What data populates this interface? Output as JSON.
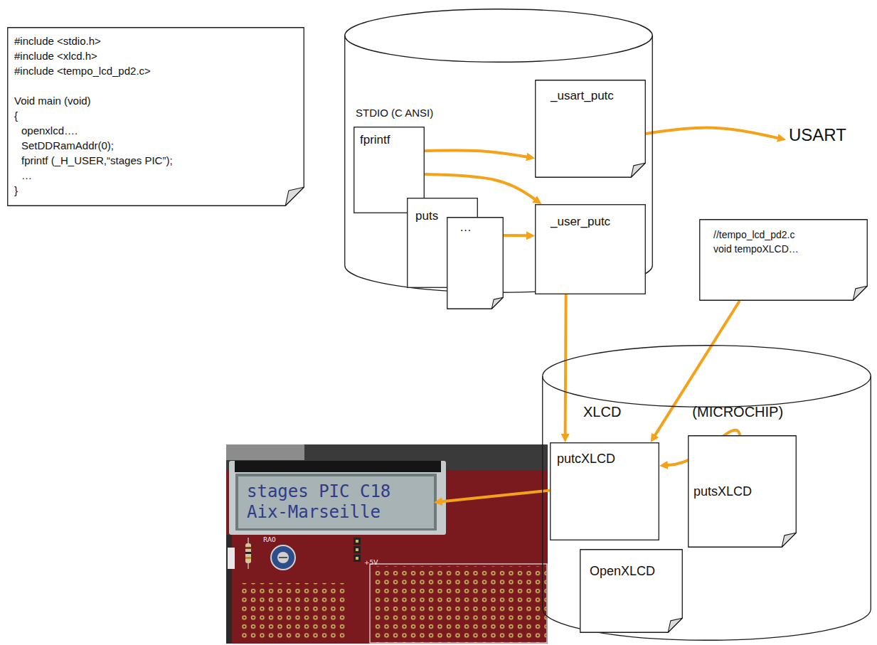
{
  "diagram": {
    "nodes": [
      {
        "text": [
          "#include <stdio.h>",
          "#include <xlcd.h>",
          "#include <tempo_lcd_pd2.c>",
          "Void main (void)",
          "{",
          "openxlcd….",
          "SetDDRamAddr(0);",
          "fprintf (_H_USER,“stages PIC”);",
          "…",
          "}"
        ]
      },
      {
        "text": [
          "STDIO (C ANSI)"
        ]
      },
      {
        "text": [
          "fprintf"
        ],
        "in": 1
      },
      {
        "text": [
          "puts"
        ],
        "in": 1
      },
      {
        "text": [
          "…"
        ],
        "in": 1
      },
      {
        "text": [
          "_usart_putc"
        ],
        "in": 1
      },
      {
        "text": [
          "_user_putc"
        ],
        "in": 1
      },
      {
        "text": [
          "USART"
        ]
      },
      {
        "text": [
          "//tempo_lcd_pd2.c",
          "void tempoXLCD…"
        ]
      },
      {
        "text": [
          "XLCD",
          "(MICROCHIP)"
        ]
      },
      {
        "text": [
          "putcXLCD"
        ],
        "in": 9
      },
      {
        "text": [
          "putsXLCD"
        ],
        "in": 9
      },
      {
        "text": [
          "OpenXLCD"
        ],
        "in": 9
      },
      {
        "text": [
          "stages PIC C18",
          "Aix-Marseille"
        ]
      }
    ],
    "edges": [
      {
        "from": 2,
        "to": 5,
        "arrow": "to"
      },
      {
        "from": 2,
        "to": 6,
        "arrow": "to"
      },
      {
        "from": 4,
        "to": 6,
        "arrow": "to"
      },
      {
        "from": 5,
        "to": 7,
        "arrow": "to"
      },
      {
        "from": 6,
        "to": 10,
        "arrow": "to"
      },
      {
        "from": 8,
        "to": 10,
        "arrow": "to"
      },
      {
        "from": 11,
        "to": 10,
        "arrow": "to"
      },
      {
        "from": 10,
        "to": 13,
        "arrow": "to"
      }
    ],
    "labels": [
      "RA0",
      "+5V"
    ]
  }
}
